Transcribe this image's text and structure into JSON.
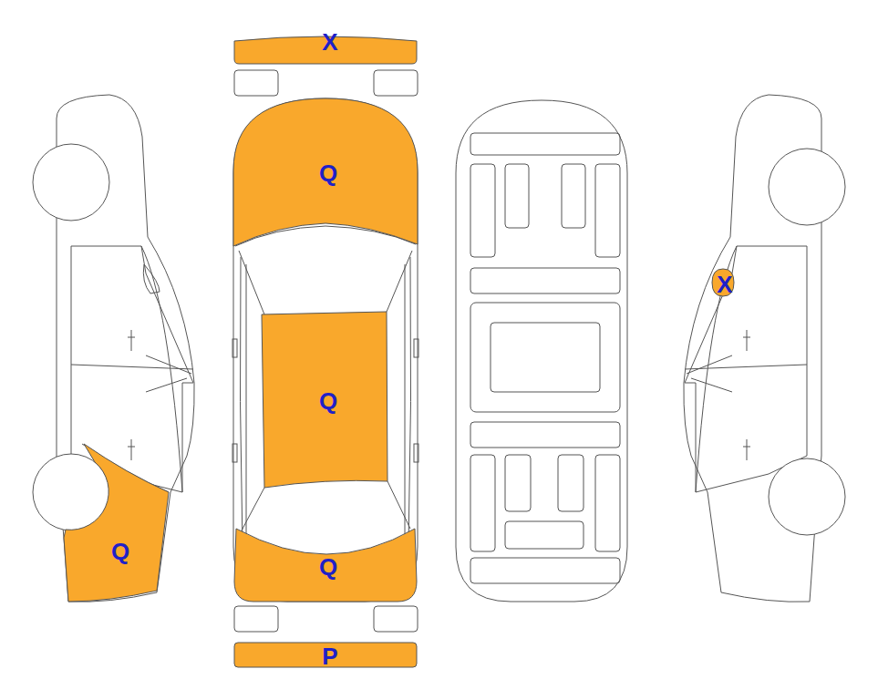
{
  "diagram": {
    "nodes": [
      {
        "text": [
          "X"
        ]
      },
      {
        "text": [
          "Q"
        ]
      },
      {
        "text": [
          "X"
        ]
      },
      {
        "text": [
          "Q"
        ]
      },
      {
        "text": [
          "Q"
        ]
      },
      {
        "text": [
          "Q"
        ]
      },
      {
        "text": [
          "P"
        ]
      }
    ]
  }
}
